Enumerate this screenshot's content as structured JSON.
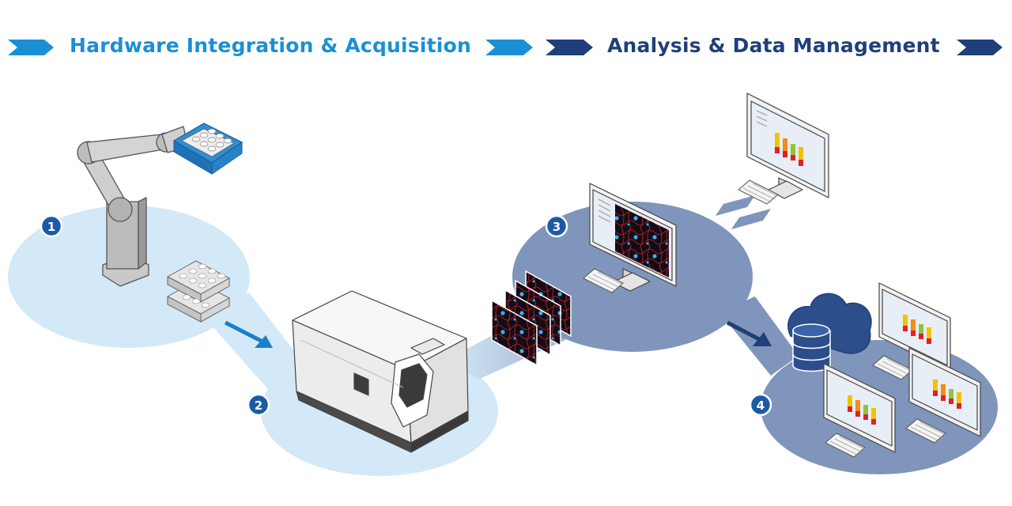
{
  "header": {
    "left_title": "Hardware Integration & Acquisition",
    "right_title": "Analysis & Data Management"
  },
  "steps": [
    {
      "number": "1"
    },
    {
      "number": "2"
    },
    {
      "number": "3"
    },
    {
      "number": "4"
    }
  ],
  "colors": {
    "acquisition_blue": "#1a8fd5",
    "management_navy": "#1f3f7a",
    "light_zone": "#d3e9f7",
    "dark_zone": "#7f95bb",
    "badge": "#1c5aa6",
    "cell_red": "#d02a2a",
    "cell_blue": "#3ab3ff"
  },
  "icons": [
    "chevron-right-icon",
    "robot-arm-icon",
    "microplate-icon",
    "microscope-icon",
    "cell-image-icon",
    "monitor-icon",
    "keyboard-icon",
    "cloud-icon",
    "database-icon",
    "arrow-icon"
  ]
}
